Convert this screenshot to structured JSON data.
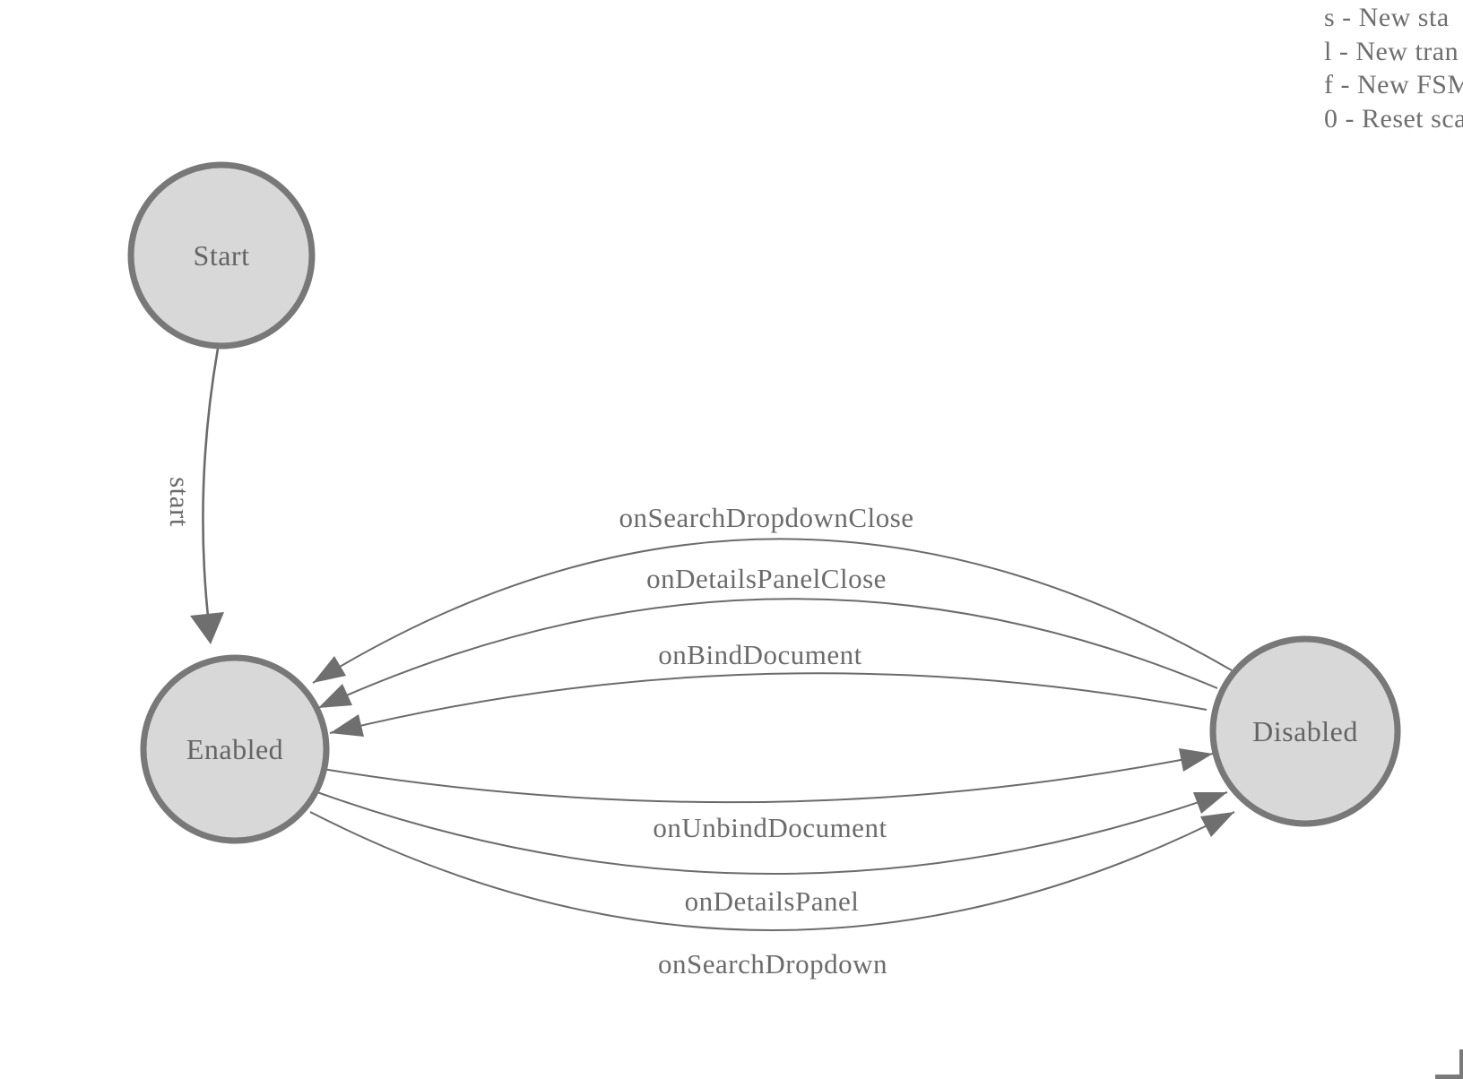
{
  "diagram": {
    "type": "finite-state-machine",
    "nodes": [
      {
        "id": "start",
        "label": "Start"
      },
      {
        "id": "enabled",
        "label": "Enabled"
      },
      {
        "id": "disabled",
        "label": "Disabled"
      }
    ],
    "edges": [
      {
        "from": "Start",
        "to": "Enabled",
        "label": "start"
      },
      {
        "from": "Disabled",
        "to": "Enabled",
        "label": "onSearchDropdownClose"
      },
      {
        "from": "Disabled",
        "to": "Enabled",
        "label": "onDetailsPanelClose"
      },
      {
        "from": "Disabled",
        "to": "Enabled",
        "label": "onBindDocument"
      },
      {
        "from": "Enabled",
        "to": "Disabled",
        "label": "onUnbindDocument"
      },
      {
        "from": "Enabled",
        "to": "Disabled",
        "label": "onDetailsPanel"
      },
      {
        "from": "Enabled",
        "to": "Disabled",
        "label": "onSearchDropdown"
      }
    ]
  },
  "legend": {
    "lines": [
      "s - New sta",
      "l - New tran",
      "f - New FSM",
      "0 - Reset sca"
    ]
  },
  "colors": {
    "node_fill": "#d8d8d8",
    "node_stroke": "#787878",
    "edge_stroke": "#6b6b6b",
    "arrowhead": "#6f6f6f",
    "label_text": "#646464",
    "legend_text": "#6e6e6e",
    "frame": "#7a7a7a",
    "background": "#ffffff"
  }
}
